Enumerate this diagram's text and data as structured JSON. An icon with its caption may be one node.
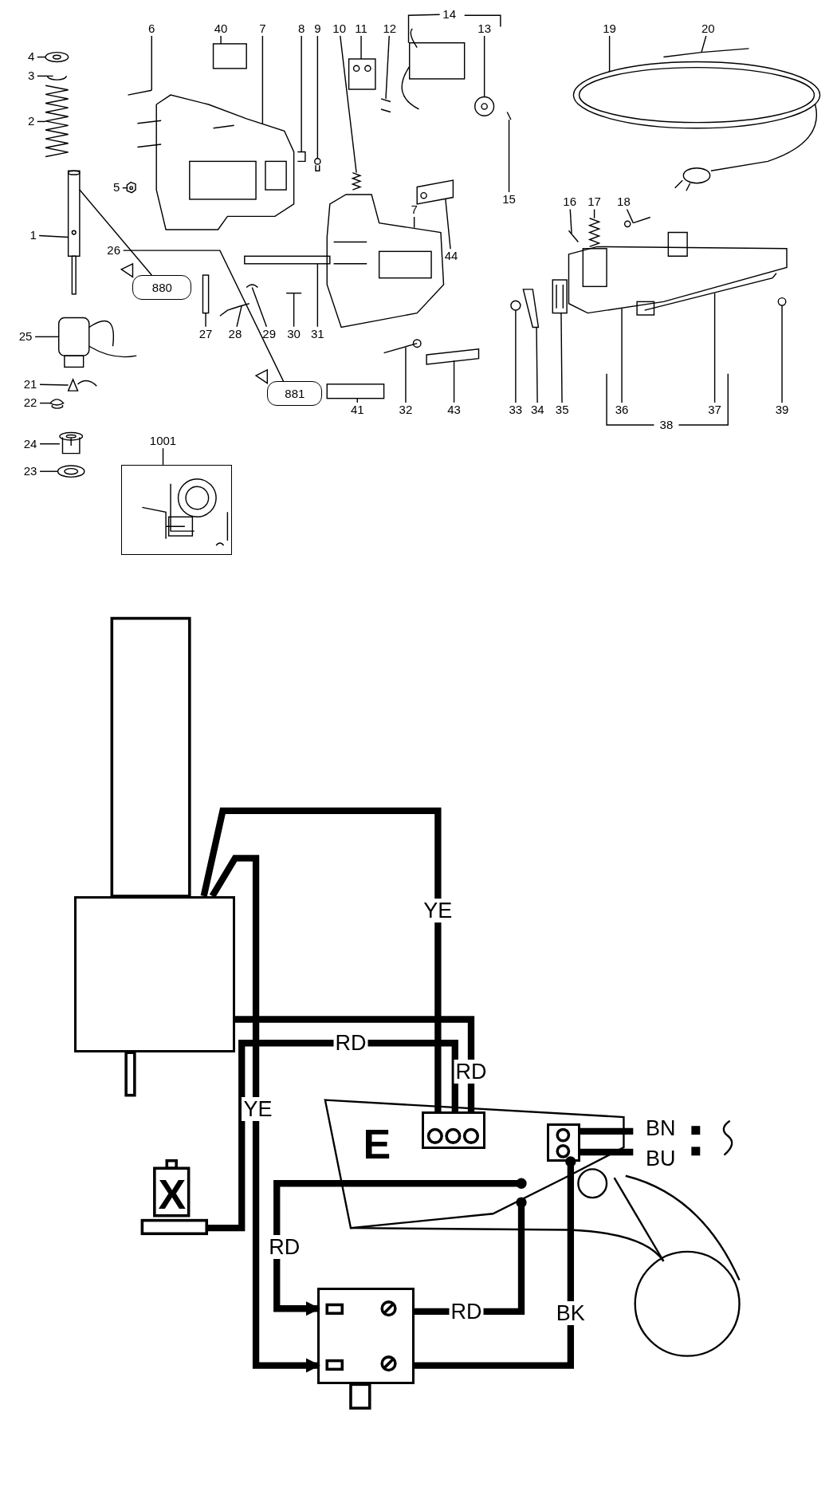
{
  "diagram": {
    "nodes": [
      {
        "text": [
          "14"
        ]
      },
      {
        "text": [
          "4"
        ]
      },
      {
        "text": [
          "6"
        ]
      },
      {
        "text": [
          "40"
        ]
      },
      {
        "text": [
          "7"
        ]
      },
      {
        "text": [
          "8"
        ]
      },
      {
        "text": [
          "9"
        ]
      },
      {
        "text": [
          "10"
        ]
      },
      {
        "text": [
          "11"
        ]
      },
      {
        "text": [
          "12"
        ]
      },
      {
        "text": [
          "13"
        ]
      },
      {
        "text": [
          "19"
        ]
      },
      {
        "text": [
          "20"
        ]
      },
      {
        "text": [
          "3"
        ]
      },
      {
        "text": [
          "2"
        ]
      },
      {
        "text": [
          "5"
        ]
      },
      {
        "text": [
          "15"
        ]
      },
      {
        "text": [
          "44"
        ]
      },
      {
        "text": [
          "16"
        ]
      },
      {
        "text": [
          "17"
        ]
      },
      {
        "text": [
          "18"
        ]
      },
      {
        "text": [
          "7"
        ]
      },
      {
        "text": [
          "1"
        ]
      },
      {
        "text": [
          "26"
        ]
      },
      {
        "text": [
          "27"
        ]
      },
      {
        "text": [
          "28"
        ]
      },
      {
        "text": [
          "29"
        ]
      },
      {
        "text": [
          "30"
        ]
      },
      {
        "text": [
          "31"
        ]
      },
      {
        "text": [
          "25"
        ]
      },
      {
        "text": [
          "21"
        ]
      },
      {
        "text": [
          "22"
        ]
      },
      {
        "text": [
          "41"
        ]
      },
      {
        "text": [
          "32"
        ]
      },
      {
        "text": [
          "43"
        ]
      },
      {
        "text": [
          "33"
        ]
      },
      {
        "text": [
          "34"
        ]
      },
      {
        "text": [
          "35"
        ]
      },
      {
        "text": [
          "36"
        ]
      },
      {
        "text": [
          "37"
        ]
      },
      {
        "text": [
          "39"
        ]
      },
      {
        "text": [
          "1001"
        ]
      },
      {
        "text": [],
        "shape": "box"
      },
      {
        "text": [
          "24"
        ]
      },
      {
        "text": [
          "23"
        ]
      },
      {
        "text": [],
        "shape": "box"
      },
      {
        "text": [
          "E"
        ]
      },
      {
        "text": [],
        "shape": "box",
        "in": 46
      },
      {
        "text": [],
        "shape": "box",
        "in": 46
      },
      {
        "text": [
          "X"
        ]
      },
      {
        "text": [],
        "shape": "box"
      },
      {
        "text": [
          "880"
        ]
      },
      {
        "text": [
          "881"
        ]
      },
      {
        "text": [],
        "shape": "picture"
      },
      {
        "text": [],
        "shape": "picture"
      },
      {
        "text": [],
        "shape": "picture"
      },
      {
        "text": [],
        "shape": "box"
      },
      {
        "text": [],
        "shape": "picture"
      },
      {
        "text": [],
        "shape": "picture"
      },
      {
        "text": [],
        "shape": "picture"
      },
      {
        "text": [],
        "shape": "picture"
      },
      {
        "text": [],
        "shape": "picture"
      },
      {
        "text": [],
        "shape": "picture"
      },
      {
        "text": [],
        "shape": "picture"
      },
      {
        "text": [],
        "shape": "picture"
      },
      {
        "text": [],
        "shape": "picture"
      },
      {
        "text": [],
        "shape": "picture"
      },
      {
        "text": [],
        "shape": "picture"
      },
      {
        "text": [],
        "shape": "picture"
      },
      {
        "text": [],
        "shape": "picture"
      },
      {
        "text": [],
        "shape": "picture"
      },
      {
        "text": [],
        "shape": "picture"
      },
      {
        "text": [],
        "shape": "picture"
      },
      {
        "text": [],
        "shape": "picture"
      },
      {
        "text": [],
        "shape": "picture"
      },
      {
        "text": [],
        "shape": "picture"
      },
      {
        "text": [],
        "shape": "picture"
      },
      {
        "text": [],
        "shape": "picture"
      },
      {
        "text": [],
        "shape": "picture"
      },
      {
        "text": [],
        "shape": "picture"
      },
      {
        "text": [],
        "shape": "picture"
      },
      {
        "text": [],
        "shape": "picture"
      },
      {
        "text": [],
        "shape": "picture"
      },
      {
        "text": [],
        "shape": "picture"
      },
      {
        "text": [],
        "shape": "picture"
      },
      {
        "text": [],
        "shape": "picture"
      },
      {
        "text": [],
        "shape": "picture"
      },
      {
        "text": [],
        "shape": "picture"
      },
      {
        "text": [],
        "shape": "picture"
      },
      {
        "text": [],
        "shape": "picture"
      },
      {
        "text": [],
        "shape": "picture"
      },
      {
        "text": [],
        "shape": "picture"
      },
      {
        "text": [],
        "shape": "picture"
      },
      {
        "text": [],
        "shape": "picture"
      },
      {
        "text": [],
        "shape": "picture"
      }
    ],
    "edges": [
      {
        "from": 0,
        "to": 53,
        "arrow": "none"
      },
      {
        "from": 1,
        "to": 54,
        "arrow": "none"
      },
      {
        "from": 2,
        "to": 55,
        "arrow": "none"
      },
      {
        "from": 3,
        "to": 56,
        "arrow": "none"
      },
      {
        "from": 4,
        "to": 57,
        "arrow": "none"
      },
      {
        "from": 5,
        "to": 58,
        "arrow": "none"
      },
      {
        "from": 6,
        "to": 59,
        "arrow": "none"
      },
      {
        "from": 7,
        "to": 60,
        "arrow": "none"
      },
      {
        "from": 8,
        "to": 61,
        "arrow": "none"
      },
      {
        "from": 9,
        "to": 62,
        "arrow": "none"
      },
      {
        "from": 10,
        "to": 63,
        "arrow": "none"
      },
      {
        "from": 11,
        "to": 64,
        "arrow": "none"
      },
      {
        "from": 12,
        "to": 65,
        "arrow": "none"
      },
      {
        "from": 13,
        "to": 66,
        "arrow": "none"
      },
      {
        "from": 14,
        "to": 67,
        "arrow": "none"
      },
      {
        "from": 15,
        "to": 68,
        "arrow": "none"
      },
      {
        "from": 16,
        "to": 69,
        "arrow": "none"
      },
      {
        "from": 17,
        "to": 70,
        "arrow": "none"
      },
      {
        "from": 18,
        "to": 71,
        "arrow": "none"
      },
      {
        "from": 19,
        "to": 72,
        "arrow": "none"
      },
      {
        "from": 20,
        "to": 73,
        "arrow": "none"
      },
      {
        "from": 21,
        "to": 74,
        "arrow": "none"
      },
      {
        "from": 22,
        "to": 75,
        "arrow": "none"
      },
      {
        "from": 23,
        "to": 52,
        "arrow": "none"
      },
      {
        "from": 24,
        "to": 76,
        "arrow": "none"
      },
      {
        "from": 25,
        "to": 77,
        "arrow": "none"
      },
      {
        "from": 26,
        "to": 78,
        "arrow": "none"
      },
      {
        "from": 27,
        "to": 79,
        "arrow": "none"
      },
      {
        "from": 28,
        "to": 80,
        "arrow": "none"
      },
      {
        "from": 29,
        "to": 81,
        "arrow": "none"
      },
      {
        "from": 30,
        "to": 82,
        "arrow": "none"
      },
      {
        "from": 31,
        "to": 83,
        "arrow": "none"
      },
      {
        "from": 32,
        "to": 84,
        "arrow": "none"
      },
      {
        "from": 33,
        "to": 85,
        "arrow": "none"
      },
      {
        "from": 34,
        "to": 86,
        "arrow": "none"
      },
      {
        "from": 35,
        "to": 87,
        "arrow": "none"
      },
      {
        "from": 36,
        "to": 88,
        "arrow": "none"
      },
      {
        "from": 37,
        "to": 89,
        "arrow": "none"
      },
      {
        "from": 38,
        "to": 90,
        "arrow": "none"
      },
      {
        "from": 39,
        "to": 91,
        "arrow": "none"
      },
      {
        "from": 40,
        "to": 92,
        "arrow": "none"
      },
      {
        "from": 41,
        "to": 42,
        "arrow": "none"
      },
      {
        "from": 43,
        "to": 93,
        "arrow": "none"
      },
      {
        "from": 44,
        "to": 94,
        "arrow": "none"
      },
      {
        "from": 51,
        "to": 75,
        "arrow": "none"
      },
      {
        "from": 45,
        "to": 47,
        "arrow": "none",
        "label": "YE",
        "style": "thick"
      },
      {
        "from": 45,
        "to": 50,
        "arrow": "to",
        "label": "YE",
        "style": "thick"
      },
      {
        "from": 49,
        "to": 47,
        "arrow": "none",
        "label": "RD",
        "style": "thick"
      },
      {
        "from": 45,
        "to": 47,
        "arrow": "none",
        "label": "RD",
        "style": "thick"
      },
      {
        "from": 46,
        "to": 50,
        "arrow": "to",
        "label": "RD",
        "style": "thick"
      },
      {
        "from": 50,
        "to": 46,
        "arrow": "other",
        "label": "RD",
        "style": "thick"
      },
      {
        "from": 50,
        "to": 48,
        "arrow": "other",
        "label": "BK",
        "style": "thick"
      },
      {
        "from": 48,
        "to": null,
        "arrow": "none",
        "label": "BN",
        "style": "thick"
      },
      {
        "from": 48,
        "to": null,
        "arrow": "none",
        "label": "BU",
        "style": "thick"
      }
    ],
    "labels": [
      "38"
    ]
  }
}
